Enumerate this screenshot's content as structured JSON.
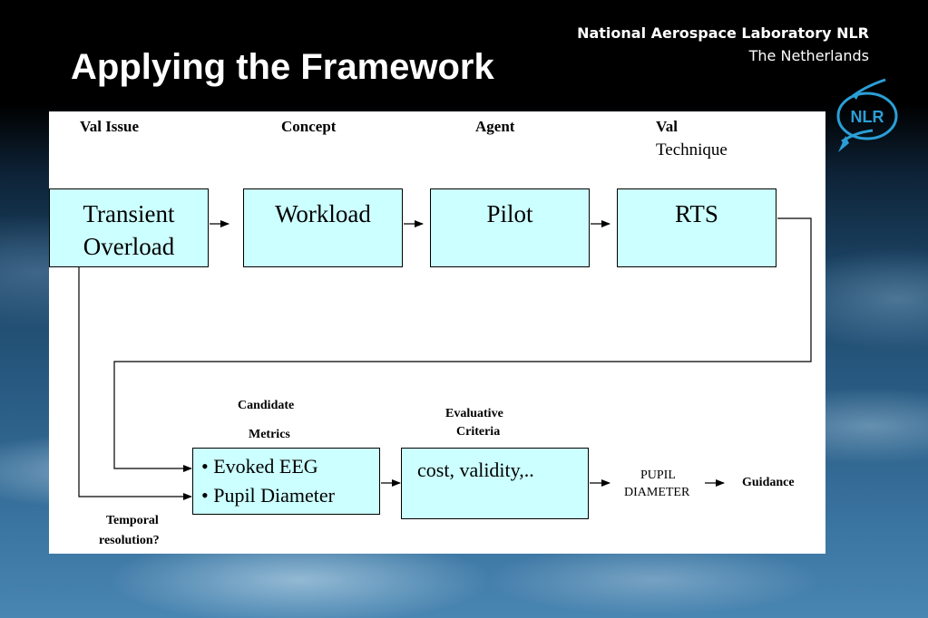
{
  "slide": {
    "title": "Applying the Framework",
    "org_name": "National Aerospace Laboratory NLR",
    "org_country": "The Netherlands",
    "logo_text": "NLR"
  },
  "columns": {
    "val_issue": "Val Issue",
    "concept": "Concept",
    "agent": "Agent",
    "val_line1": "Val",
    "val_line2": "Technique"
  },
  "boxes": {
    "transient_line1": "Transient",
    "transient_line2": "Overload",
    "workload": "Workload",
    "pilot": "Pilot",
    "rts": "RTS",
    "metric1": "• Evoked EEG",
    "metric2": "• Pupil Diameter",
    "criteria": "cost, validity,.."
  },
  "labels": {
    "candidate": "Candidate",
    "metrics": "Metrics",
    "evaluative": "Evaluative",
    "criteria": "Criteria",
    "pupil": "PUPIL",
    "diameter": "DIAMETER",
    "guidance": "Guidance",
    "temporal": "Temporal",
    "resolution": "resolution?"
  },
  "colors": {
    "box_fill": "#ccffff",
    "panel": "#ffffff",
    "logo": "#2a9fd6"
  }
}
